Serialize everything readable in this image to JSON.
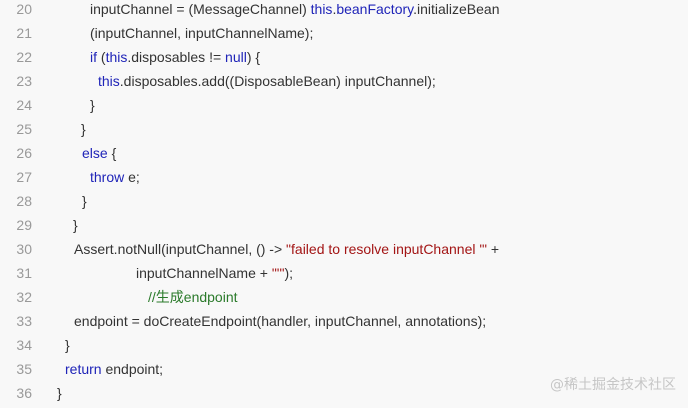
{
  "lines": [
    {
      "n": "20",
      "parts": [
        {
          "t": "inputChannel = (MessageChannel) ",
          "c": "plain"
        },
        {
          "t": "this",
          "c": "kw"
        },
        {
          "t": ".",
          "c": "plain"
        },
        {
          "t": "beanFactory",
          "c": "kw"
        },
        {
          "t": ".initializeBean",
          "c": "plain"
        }
      ]
    },
    {
      "n": "21",
      "parts": [
        {
          "t": "(inputChannel, inputChannelName);",
          "c": "plain"
        }
      ]
    },
    {
      "n": "22",
      "parts": [
        {
          "t": "if",
          "c": "kw"
        },
        {
          "t": " (",
          "c": "plain"
        },
        {
          "t": "this",
          "c": "kw"
        },
        {
          "t": ".disposables != ",
          "c": "plain"
        },
        {
          "t": "null",
          "c": "kw"
        },
        {
          "t": ") {",
          "c": "plain"
        }
      ]
    },
    {
      "n": "23",
      "parts": [
        {
          "t": "this",
          "c": "kw"
        },
        {
          "t": ".disposables.add((DisposableBean) inputChannel);",
          "c": "plain"
        }
      ]
    },
    {
      "n": "24",
      "parts": [
        {
          "t": "}",
          "c": "plain"
        }
      ]
    },
    {
      "n": "25",
      "parts": [
        {
          "t": "}",
          "c": "plain"
        }
      ]
    },
    {
      "n": "26",
      "parts": [
        {
          "t": "else",
          "c": "kw"
        },
        {
          "t": " {",
          "c": "plain"
        }
      ]
    },
    {
      "n": "27",
      "parts": [
        {
          "t": "throw",
          "c": "kw"
        },
        {
          "t": " e;",
          "c": "plain"
        }
      ]
    },
    {
      "n": "28",
      "parts": [
        {
          "t": "}",
          "c": "plain"
        }
      ]
    },
    {
      "n": "29",
      "parts": [
        {
          "t": "}",
          "c": "plain"
        }
      ]
    },
    {
      "n": "30",
      "parts": [
        {
          "t": "Assert.notNull(inputChannel, () -> ",
          "c": "plain"
        },
        {
          "t": "\"failed to resolve inputChannel '\"",
          "c": "str"
        },
        {
          "t": " +",
          "c": "plain"
        }
      ]
    },
    {
      "n": "31",
      "parts": [
        {
          "t": "inputChannelName + ",
          "c": "plain"
        },
        {
          "t": "\"'\"",
          "c": "str"
        },
        {
          "t": ");",
          "c": "plain"
        }
      ]
    },
    {
      "n": "32",
      "parts": [
        {
          "t": "//生成endpoint",
          "c": "cm"
        }
      ]
    },
    {
      "n": "33",
      "parts": [
        {
          "t": "endpoint = doCreateEndpoint(handler, inputChannel, annotations);",
          "c": "plain"
        }
      ]
    },
    {
      "n": "34",
      "parts": [
        {
          "t": "}",
          "c": "plain"
        }
      ]
    },
    {
      "n": "35",
      "parts": [
        {
          "t": "return",
          "c": "kw"
        },
        {
          "t": " endpoint;",
          "c": "plain"
        }
      ]
    },
    {
      "n": "36",
      "parts": [
        {
          "t": "}",
          "c": "plain"
        }
      ]
    }
  ],
  "watermark": "@稀土掘金技术社区",
  "colors": {
    "background": "#f8f8f8",
    "line_number": "#999999",
    "keyword": "#1f24b8",
    "string": "#a31515",
    "comment": "#2a7a2a",
    "text": "#333333"
  }
}
